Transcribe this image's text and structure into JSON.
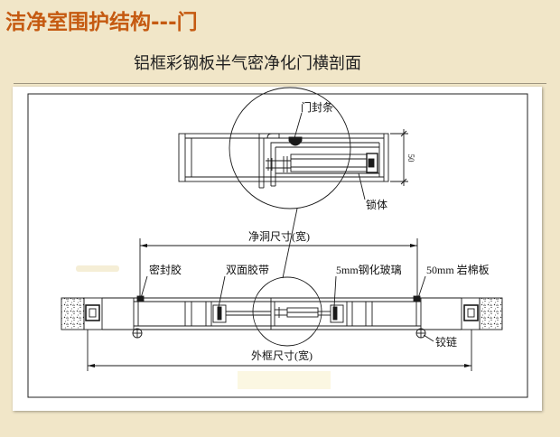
{
  "slide": {
    "title": "洁净室围护结构---门",
    "subtitle": "铝框彩钢板半气密净化门横剖面",
    "colors": {
      "background": "#f1e6c8",
      "title": "#c55a11",
      "drawing_panel": "#ffffff",
      "line_work": "#1a1a1a"
    }
  },
  "drawing": {
    "top_detail": {
      "door_seal_label": "门封条",
      "lock_body_label": "锁体",
      "profile_depth_dimension": "50"
    },
    "clear_opening_width_label": "净洞尺寸(宽)",
    "section_callouts": {
      "sealant": "密封胶",
      "double_sided_tape": "双面胶带",
      "tempered_glass": "5mm钢化玻璃",
      "rock_wool_panel": "50mm 岩棉板",
      "hinge": "铰链"
    },
    "outer_frame_width_label": "外框尺寸(宽)"
  }
}
